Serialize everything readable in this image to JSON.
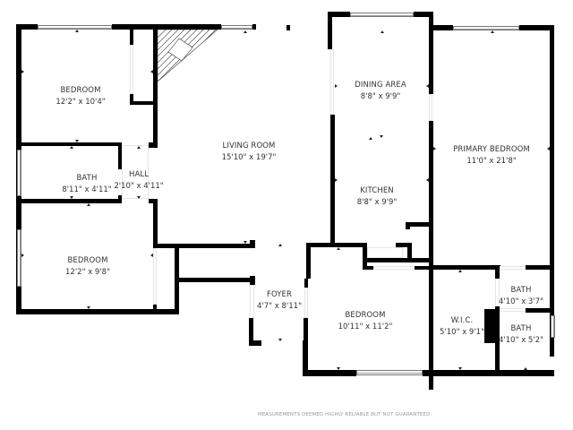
{
  "floorplan": {
    "rooms": [
      {
        "name": "BEDROOM",
        "dimensions": "12'2\" x 10'4\""
      },
      {
        "name": "BATH",
        "dimensions": "8'11\" x 4'11\""
      },
      {
        "name": "HALL",
        "dimensions": "2'10\" x 4'11\""
      },
      {
        "name": "BEDROOM",
        "dimensions": "12'2\" x 9'8\""
      },
      {
        "name": "LIVING ROOM",
        "dimensions": "15'10\" x 19'7\""
      },
      {
        "name": "FOYER",
        "dimensions": "4'7\" x 8'11\""
      },
      {
        "name": "DINING AREA",
        "dimensions": "8'8\" x 9'9\""
      },
      {
        "name": "KITCHEN",
        "dimensions": "8'8\" x 9'9\""
      },
      {
        "name": "PRIMARY BEDROOM",
        "dimensions": "11'0\" x 21'8\""
      },
      {
        "name": "BEDROOM",
        "dimensions": "10'11\" x 11'2\""
      },
      {
        "name": "W.I.C.",
        "dimensions": "5'10\" x 9'1\""
      },
      {
        "name": "BATH",
        "dimensions": "4'10\" x 3'7\""
      },
      {
        "name": "BATH",
        "dimensions": "4'10\" x 5'2\""
      }
    ],
    "disclaimer": "MEASUREMENTS DEEMED HIGHLY RELIABLE BUT NOT GUARANTEED.",
    "colors": {
      "wall": "#000000",
      "background": "#ffffff",
      "label": "#333333",
      "disclaimer": "#9a9a9a"
    }
  }
}
